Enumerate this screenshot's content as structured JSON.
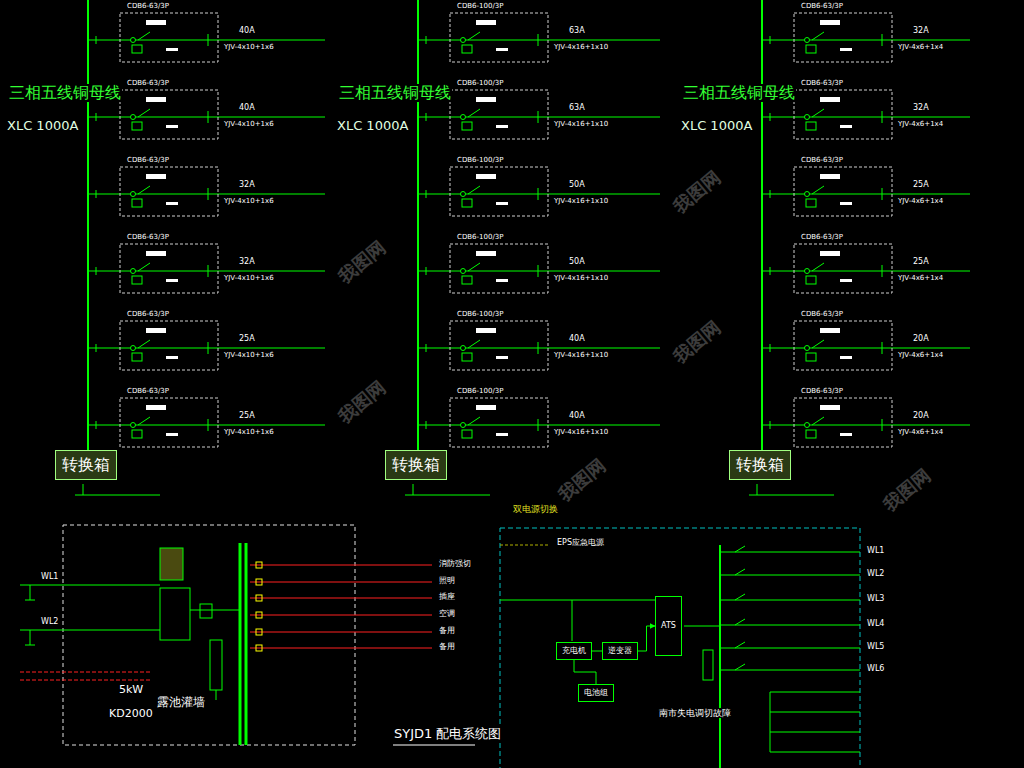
{
  "diagram": {
    "nodes": [
      {
        "text": [
          "转换箱"
        ]
      },
      {
        "text": [
          "转换箱"
        ]
      },
      {
        "text": [
          "转换箱"
        ]
      },
      {
        "text": [
          "充电机"
        ]
      },
      {
        "text": [
          "逆变器"
        ]
      },
      {
        "text": [
          "电池组"
        ]
      },
      {
        "text": [
          "ATS"
        ]
      }
    ],
    "edges": [
      {
        "from": 3,
        "to": 4,
        "arrow": "none"
      },
      {
        "from": 3,
        "to": 5,
        "arrow": "none"
      },
      {
        "from": 4,
        "to": 6,
        "arrow": "to"
      }
    ],
    "labels": [
      "三相五线铜母线",
      "XLC 1000A",
      "三相五线铜母线",
      "XLC 1000A",
      "三相五线铜母线",
      "XLC 1000A",
      "CDB6-63/3P",
      "40A",
      "YJV-4x10+1x6",
      "CDB6-63/3P",
      "40A",
      "YJV-4x10+1x6",
      "CDB6-63/3P",
      "32A",
      "YJV-4x10+1x6",
      "CDB6-63/3P",
      "32A",
      "YJV-4x10+1x6",
      "CDB6-63/3P",
      "25A",
      "YJV-4x10+1x6",
      "CDB6-63/3P",
      "25A",
      "YJV-4x10+1x6",
      "CDB6-100/3P",
      "63A",
      "YJV-4x16+1x10",
      "CDB6-100/3P",
      "63A",
      "YJV-4x16+1x10",
      "CDB6-100/3P",
      "50A",
      "YJV-4x16+1x10",
      "CDB6-100/3P",
      "50A",
      "YJV-4x16+1x10",
      "CDB6-100/3P",
      "40A",
      "YJV-4x16+1x10",
      "CDB6-100/3P",
      "40A",
      "YJV-4x16+1x10",
      "CDB6-63/3P",
      "32A",
      "YJV-4x6+1x4",
      "CDB6-63/3P",
      "32A",
      "YJV-4x6+1x4",
      "CDB6-63/3P",
      "25A",
      "YJV-4x6+1x4",
      "CDB6-63/3P",
      "25A",
      "YJV-4x6+1x4",
      "CDB6-63/3P",
      "20A",
      "YJV-4x6+1x4",
      "CDB6-63/3P",
      "20A",
      "YJV-4x6+1x4",
      "5kW",
      "KD2000",
      "露池灌墙",
      "SYJD1 配电系统图",
      "消防强切",
      "照明",
      "插座",
      "空调",
      "备用",
      "备用",
      "WL1",
      "WL2",
      "双电源切换",
      "EPS应急电源",
      "南市失电调切故障",
      "WL1",
      "WL2",
      "WL3",
      "WL4",
      "WL5",
      "WL6",
      "我图网",
      "我图网",
      "我图网",
      "我图网",
      "我图网",
      "我图网"
    ]
  }
}
